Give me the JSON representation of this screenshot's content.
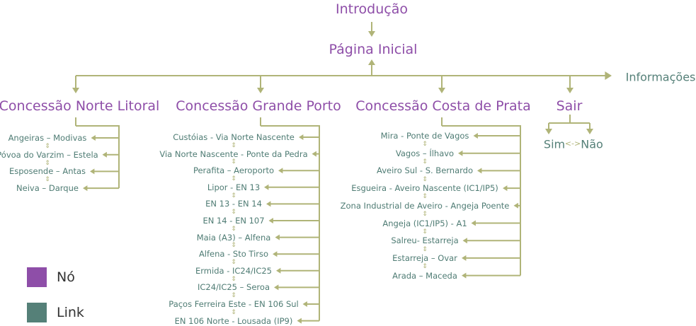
{
  "colors": {
    "node": "#8e4ea8",
    "link": "#558078",
    "connector": "#b0b478"
  },
  "intro": "Introdução",
  "home": "Página Inicial",
  "info": "Informações",
  "groups": [
    {
      "title": "Concessão Norte Litoral",
      "items": [
        "Angeiras – Modivas",
        "Póvoa do Varzim – Estela",
        "Esposende – Antas",
        "Neiva – Darque"
      ]
    },
    {
      "title": "Concessão Grande Porto",
      "items": [
        "Custóias - Via Norte Nascente",
        "Via Norte Nascente - Ponte da Pedra",
        "Perafita – Aeroporto",
        "Lipor - EN 13",
        "EN 13 - EN 14",
        "EN 14 - EN 107",
        "Maia (A3) – Alfena",
        "Alfena - Sto Tirso",
        "Ermida - IC24/IC25",
        "IC24/IC25 – Seroa",
        "Paços Ferreira Este - EN 106 Sul",
        "EN 106 Norte - Lousada (IP9)"
      ]
    },
    {
      "title": "Concessão Costa de Prata",
      "items": [
        "Mira - Ponte de Vagos",
        "Vagos – Ílhavo",
        "Aveiro Sul - S. Bernardo",
        "Esgueira - Aveiro Nascente (IC1/IP5)",
        "Zona Industrial de Aveiro - Angeja Poente",
        "Angeja (IC1/IP5) - A1",
        "Salreu- Estarreja",
        "Estarreja – Ovar",
        "Arada – Maceda"
      ]
    }
  ],
  "exit": {
    "title": "Sair",
    "yes": "Sim",
    "no": "Não",
    "between": "<->"
  },
  "separator_glyph": "⇕",
  "legend": {
    "node": "Nó",
    "link": "Link"
  }
}
